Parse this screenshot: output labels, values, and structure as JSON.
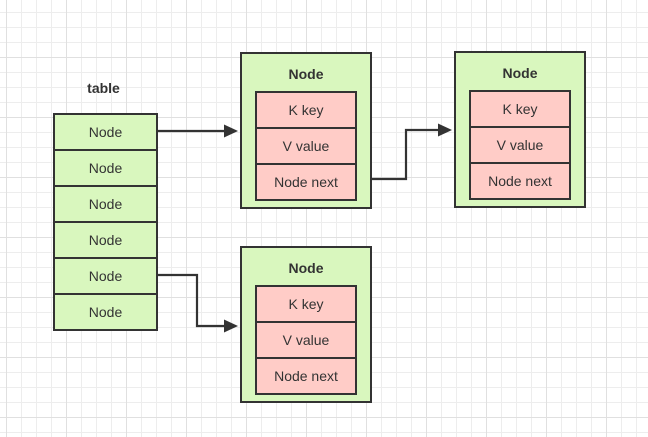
{
  "colors": {
    "canvas_bg": "#ffffff",
    "grid_minor": "#ededed",
    "grid_major": "#e0e0e0",
    "box_green_fill": "#d9f7be",
    "field_pink_fill": "#ffccc7",
    "shape_border": "#333333",
    "arrow": "#333333",
    "text": "#333333"
  },
  "table": {
    "label": "table",
    "cells": [
      "Node",
      "Node",
      "Node",
      "Node",
      "Node",
      "Node"
    ]
  },
  "nodes": [
    {
      "title": "Node",
      "fields": [
        "K key",
        "V value",
        "Node next"
      ]
    },
    {
      "title": "Node",
      "fields": [
        "K key",
        "V value",
        "Node next"
      ]
    },
    {
      "title": "Node",
      "fields": [
        "K key",
        "V value",
        "Node next"
      ]
    }
  ],
  "edges": [
    {
      "from": "table cell 1",
      "to": "top middle Node box"
    },
    {
      "from": "top middle Node box: Node next",
      "to": "top right Node box"
    },
    {
      "from": "table cell 5",
      "to": "bottom middle Node box"
    }
  ]
}
